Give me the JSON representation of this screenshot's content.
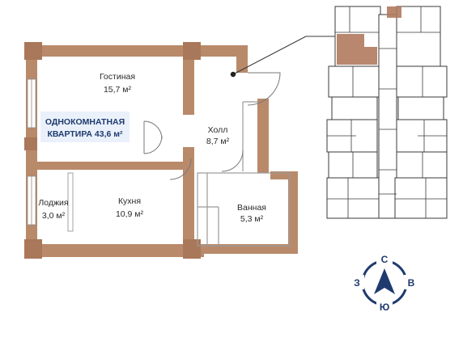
{
  "colors": {
    "wall": "#b88a6a",
    "wall_dark": "#a9785a",
    "inner_wall": "#bfbfbf",
    "badge_bg": "#eaf1fb",
    "badge_text": "#1f3a6e",
    "compass": "#1f3a6e",
    "building_highlight": "#b07a5e",
    "building_line": "#3a3a3a"
  },
  "badge": {
    "line1": "ОДНОКОМНАТНАЯ",
    "line2": "КВАРТИРА 43,6 м²"
  },
  "rooms": [
    {
      "name": "Гостиная",
      "area": "15,7 м²"
    },
    {
      "name": "Холл",
      "area": "8,7 м²"
    },
    {
      "name": "Лоджия",
      "area": "3,0 м²"
    },
    {
      "name": "Кухня",
      "area": "10,9 м²"
    },
    {
      "name": "Ванная",
      "area": "5,3 м²"
    }
  ],
  "compass": {
    "north": "С",
    "south": "Ю",
    "west": "З",
    "east": "В"
  }
}
